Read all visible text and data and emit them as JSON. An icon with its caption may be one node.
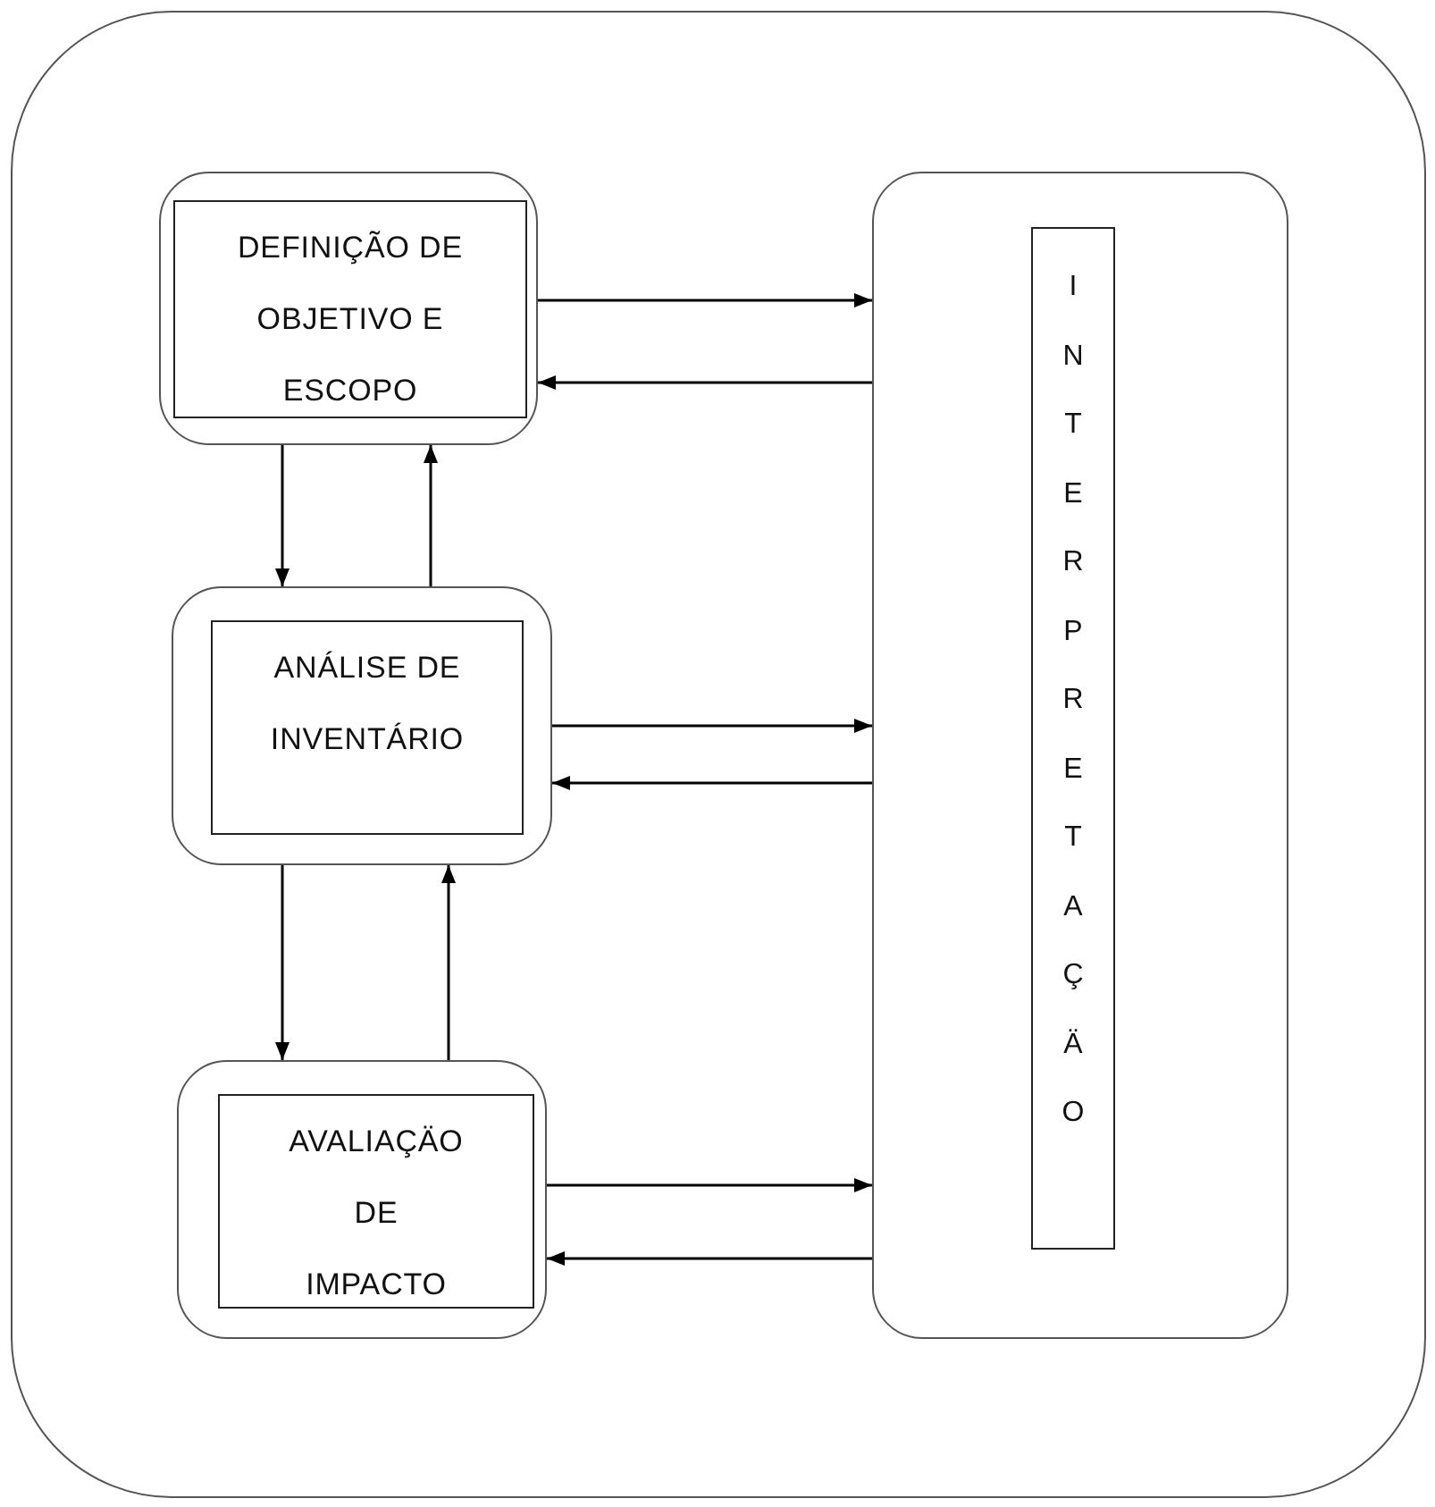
{
  "diagram": {
    "nodes": [
      {
        "text": [],
        "shape": "box"
      },
      {
        "text": [
          "DEFINIÇÃO DE OBJETIVO E ESCOPO"
        ],
        "in": 0
      },
      {
        "text": [
          "ANÁLISE DE INVENTÁRIO"
        ],
        "in": 0
      },
      {
        "text": [
          "AVALIAÇÄO DE IMPACTO"
        ],
        "in": 0
      },
      {
        "text": [
          "INTERPRETAÇÄO"
        ],
        "in": 0
      }
    ],
    "edges": [
      {
        "from": 1,
        "to": 4,
        "arrow": "to"
      },
      {
        "from": 4,
        "to": 1,
        "arrow": "to"
      },
      {
        "from": 1,
        "to": 2,
        "arrow": "to"
      },
      {
        "from": 2,
        "to": 1,
        "arrow": "to"
      },
      {
        "from": 2,
        "to": 4,
        "arrow": "to"
      },
      {
        "from": 4,
        "to": 2,
        "arrow": "to"
      },
      {
        "from": 2,
        "to": 3,
        "arrow": "to"
      },
      {
        "from": 3,
        "to": 2,
        "arrow": "to"
      },
      {
        "from": 3,
        "to": 4,
        "arrow": "to"
      },
      {
        "from": 4,
        "to": 3,
        "arrow": "to"
      }
    ]
  }
}
